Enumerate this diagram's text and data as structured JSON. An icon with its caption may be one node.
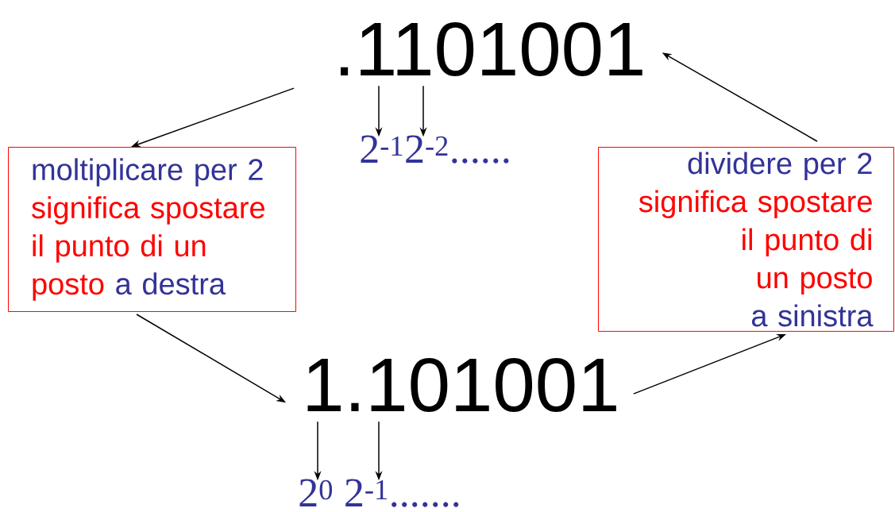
{
  "diagram": {
    "nodes": [
      {
        "text": [
          ".1101001"
        ]
      },
      {
        "text": [
          "2$^{-1}$2$^{-2}$......"
        ]
      },
      {
        "text": [
          "moltiplicare per 2",
          "significa spostare il punto di un posto",
          "a destra"
        ]
      },
      {
        "text": [
          "dividere per 2",
          "significa spostare il punto di un posto",
          "a sinistra"
        ]
      },
      {
        "text": [
          "1.101001"
        ]
      },
      {
        "text": [
          "2$^{0}$ 2$^{-1}$......."
        ]
      }
    ],
    "edges": [
      {
        "from": 0,
        "to": 2,
        "arrow": "to"
      },
      {
        "from": 2,
        "to": 4,
        "arrow": "to"
      },
      {
        "from": 4,
        "to": 3,
        "arrow": "to"
      },
      {
        "from": 3,
        "to": 0,
        "arrow": "to"
      },
      {
        "from": 0,
        "to": 1,
        "arrow": "to"
      },
      {
        "from": 0,
        "to": 1,
        "arrow": "to"
      },
      {
        "from": 4,
        "to": 5,
        "arrow": "to"
      },
      {
        "from": 4,
        "to": 5,
        "arrow": "to"
      }
    ]
  }
}
